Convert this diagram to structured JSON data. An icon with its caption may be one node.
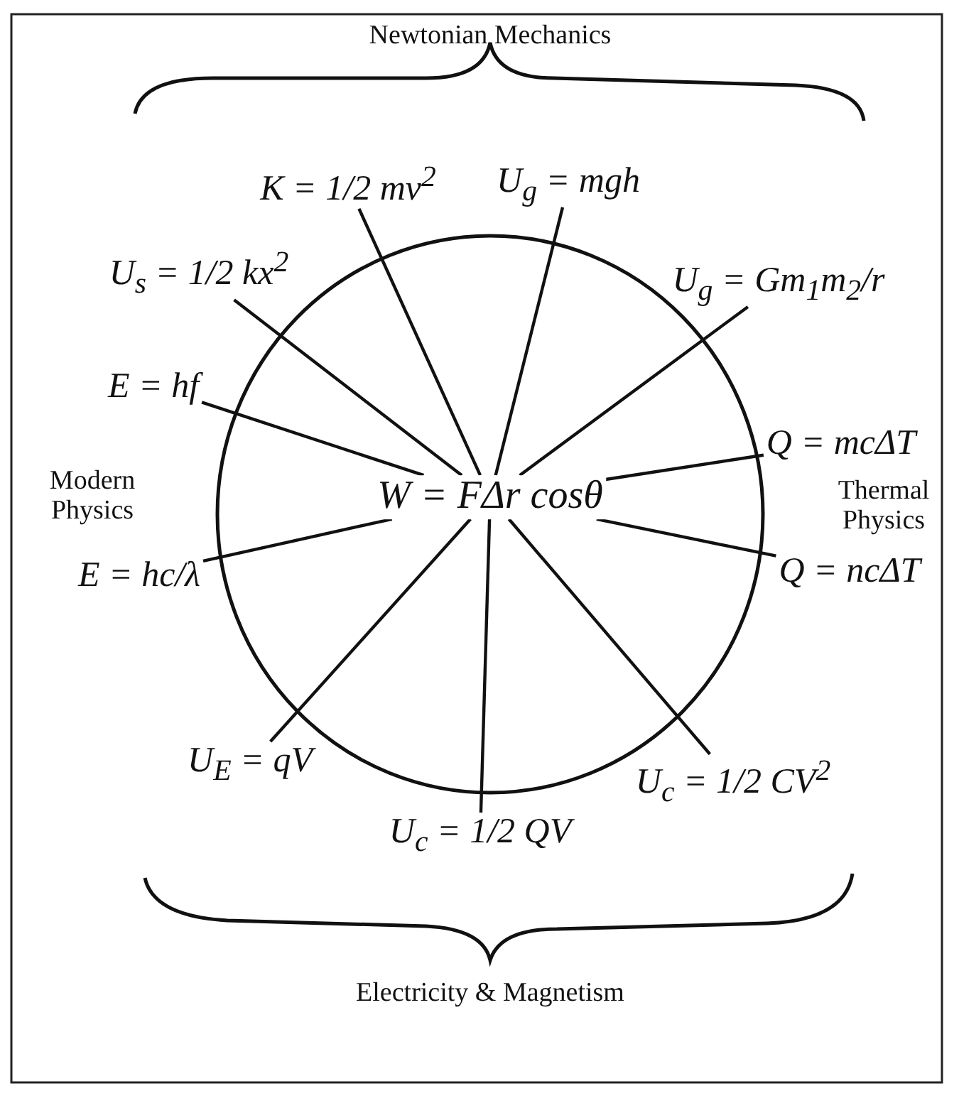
{
  "diagram": {
    "nodes": [
      {
        "text": [
          "W = FΔr cosθ"
        ]
      },
      {
        "text": [
          "K = 1/2 mv$^{2}$"
        ]
      },
      {
        "text": [
          "U$_{g}$ = mgh"
        ]
      },
      {
        "text": [
          "U$_{g}$ = Gm$_{1}$m$_{2}$/r"
        ]
      },
      {
        "text": [
          "Q = mcΔT"
        ]
      },
      {
        "text": [
          "Q = ncΔT"
        ]
      },
      {
        "text": [
          "U$_{c}$ = 1/2 CV$^{2}$"
        ]
      },
      {
        "text": [
          "U$_{c}$ = 1/2 QV"
        ]
      },
      {
        "text": [
          "U$_{E}$ = qV"
        ]
      },
      {
        "text": [
          "E = hc/λ"
        ]
      },
      {
        "text": [
          "E = hf"
        ]
      },
      {
        "text": [
          "U$_{s}$ = 1/2 kx$^{2}$"
        ]
      }
    ],
    "edges": [
      {
        "from": 0,
        "to": 1,
        "arrow": "none"
      },
      {
        "from": 0,
        "to": 2,
        "arrow": "none"
      },
      {
        "from": 0,
        "to": 3,
        "arrow": "none"
      },
      {
        "from": 0,
        "to": 4,
        "arrow": "none"
      },
      {
        "from": 0,
        "to": 5,
        "arrow": "none"
      },
      {
        "from": 0,
        "to": 6,
        "arrow": "none"
      },
      {
        "from": 0,
        "to": 7,
        "arrow": "none"
      },
      {
        "from": 0,
        "to": 8,
        "arrow": "none"
      },
      {
        "from": 0,
        "to": 9,
        "arrow": "none"
      },
      {
        "from": 0,
        "to": 10,
        "arrow": "none"
      },
      {
        "from": 0,
        "to": 11,
        "arrow": "none"
      }
    ],
    "labels": [
      "Newtonian Mechanics",
      "Modern Physics",
      "Thermal Physics",
      "Electricity & Magnetism"
    ]
  }
}
